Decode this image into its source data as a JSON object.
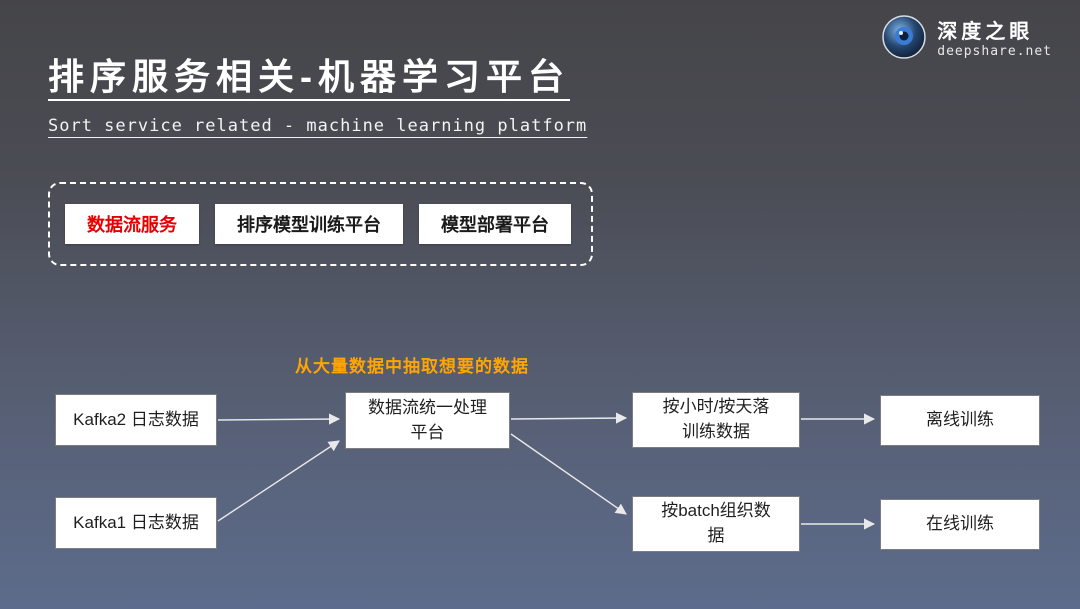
{
  "slide": {
    "title": "排序服务相关-机器学习平台",
    "subtitle": "Sort service related - machine learning platform"
  },
  "brand": {
    "name": "深度之眼",
    "domain": "deepshare.net"
  },
  "tabs": [
    {
      "label": "数据流服务",
      "active": true
    },
    {
      "label": "排序模型训练平台",
      "active": false
    },
    {
      "label": "模型部署平台",
      "active": false
    }
  ],
  "diagram": {
    "annotation": "从大量数据中抽取想要的数据",
    "nodes": [
      {
        "id": "kafka2",
        "label": "Kafka2 日志数据"
      },
      {
        "id": "kafka1",
        "label": "Kafka1 日志数据"
      },
      {
        "id": "process",
        "label": "数据流统一处理\n平台"
      },
      {
        "id": "hourly",
        "label": "按小时/按天落\n训练数据"
      },
      {
        "id": "batch",
        "label": "按batch组织数\n据"
      },
      {
        "id": "offline",
        "label": "离线训练"
      },
      {
        "id": "online",
        "label": "在线训练"
      }
    ],
    "edges": [
      {
        "from": "kafka2",
        "to": "process"
      },
      {
        "from": "kafka1",
        "to": "process"
      },
      {
        "from": "process",
        "to": "hourly"
      },
      {
        "from": "process",
        "to": "batch"
      },
      {
        "from": "hourly",
        "to": "offline"
      },
      {
        "from": "batch",
        "to": "online"
      }
    ]
  },
  "colors": {
    "tab_active_text": "#e60000",
    "annotation_text": "#ffa400",
    "background_top": "#454549",
    "background_bottom": "#5d6c8c"
  }
}
